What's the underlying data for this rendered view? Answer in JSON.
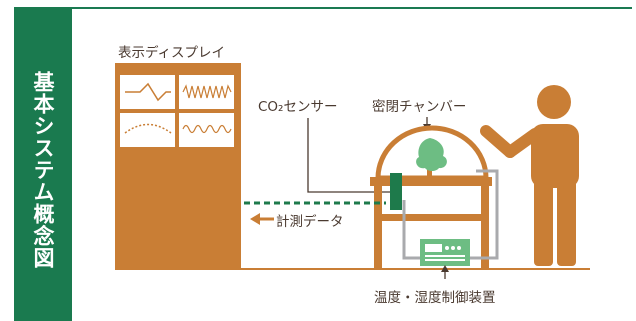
{
  "sidebar": {
    "title": "基本システム概念図"
  },
  "labels": {
    "display": "表示ディスプレイ",
    "co2_sensor": "CO₂センサー",
    "chamber": "密閉チャンバー",
    "data_flow": "計測データ",
    "controller": "温度・湿度制御装置"
  },
  "colors": {
    "brand_green": "#1a7a4f",
    "wood_orange": "#c97e35",
    "sensor_green": "#1e7a4b",
    "pipe_gray": "#a9aaad",
    "text": "#4a3a30"
  }
}
